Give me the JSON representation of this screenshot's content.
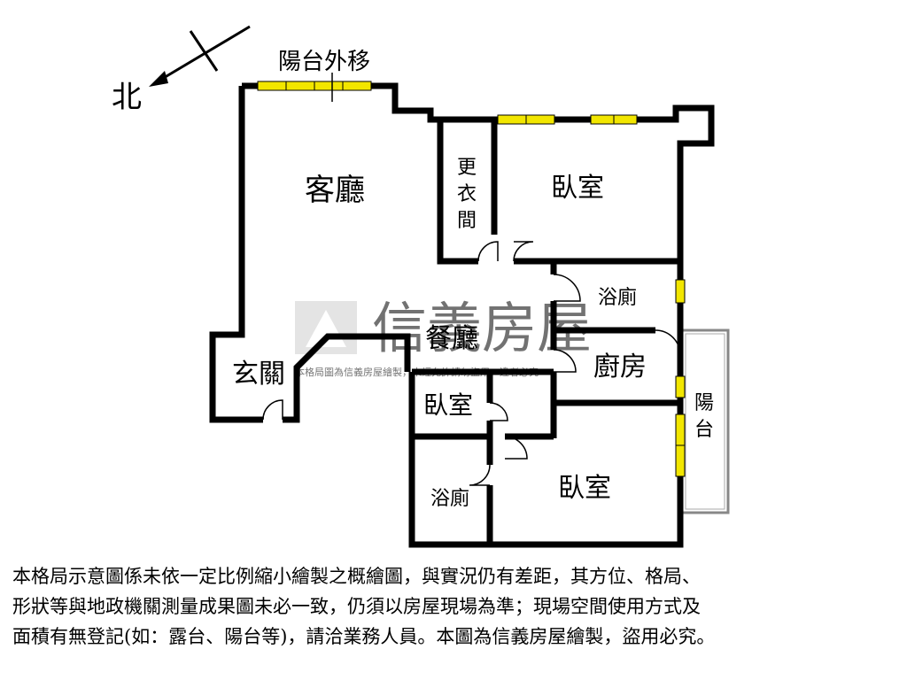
{
  "compass": {
    "label": "北"
  },
  "rooms": {
    "living_room": "客廳",
    "balcony_moved": "陽台外移",
    "closet_1": "更",
    "closet_2": "衣",
    "closet_3": "間",
    "bedroom_main": "臥室",
    "bathroom_1": "浴廁",
    "dining_room": "餐廳",
    "kitchen": "廚房",
    "entrance": "玄關",
    "bedroom_small": "臥室",
    "balcony_1": "陽",
    "balcony_2": "台",
    "bathroom_2": "浴廁",
    "bedroom_3": "臥室"
  },
  "watermark": {
    "brand": "信義房屋",
    "notice": "本格局圖為信義房屋繪製，未經允許請勿盜用，違者必究"
  },
  "disclaimer": {
    "line1": "本格局示意圖係未依一定比例縮小繪製之概繪圖，與實況仍有差距，其方位、格局、",
    "line2": "形狀等與地政機關測量成果圖未必一致，仍須以房屋現場為準；現場空間使用方式及",
    "line3": "面積有無登記(如：露台、陽台等)，請洽業務人員。本圖為信義房屋繪製，盜用必究。"
  },
  "colors": {
    "wall": "#000000",
    "window": "#f2e600",
    "watermark": "#c8c8c8"
  }
}
